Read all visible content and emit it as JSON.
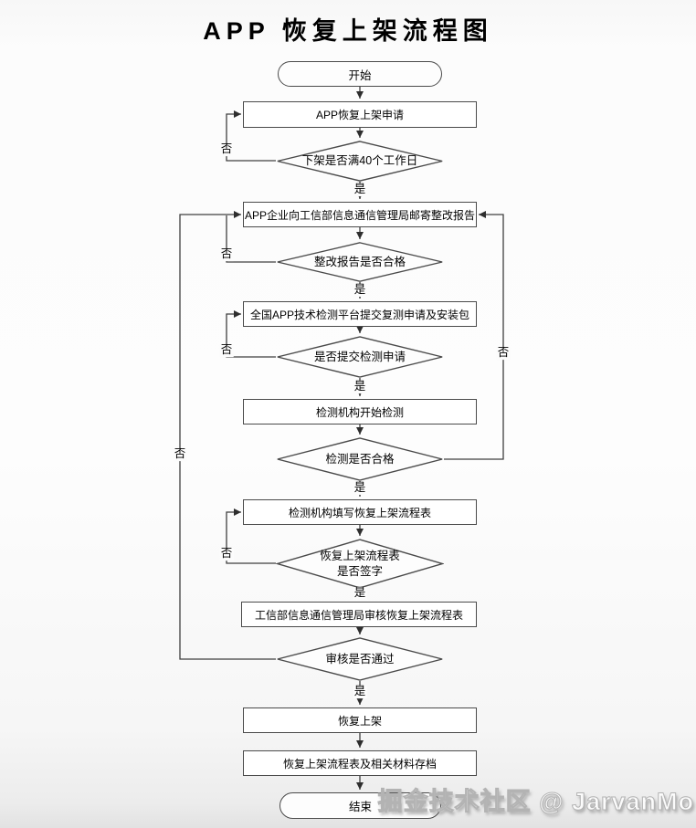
{
  "title": "APP 恢复上架流程图",
  "watermark": "掘金技术社区 @ JarvanMo",
  "branch_labels": {
    "yes": "是",
    "no": "否"
  },
  "flow": {
    "start": "开始",
    "step_apply": "APP恢复上架申请",
    "decision_offline_40_days": "下架是否满40个工作日",
    "step_mail_report": "APP企业向工信部信息通信管理局邮寄整改报告",
    "decision_report_qualified": "整改报告是否合格",
    "step_submit_retest": "全国APP技术检测平台提交复测申请及安装包",
    "decision_test_request_submitted": "是否提交检测申请",
    "step_testing_starts": "检测机构开始检测",
    "decision_test_passed": "检测是否合格",
    "step_fill_form": "检测机构填写恢复上架流程表",
    "decision_form_signed": "恢复上架流程表\n是否签字",
    "step_review_form": "工信部信息通信管理局审核恢复上架流程表",
    "decision_review_passed": "审核是否通过",
    "step_relist": "恢复上架",
    "step_archive": "恢复上架流程表及相关材料存档",
    "end": "结束"
  }
}
